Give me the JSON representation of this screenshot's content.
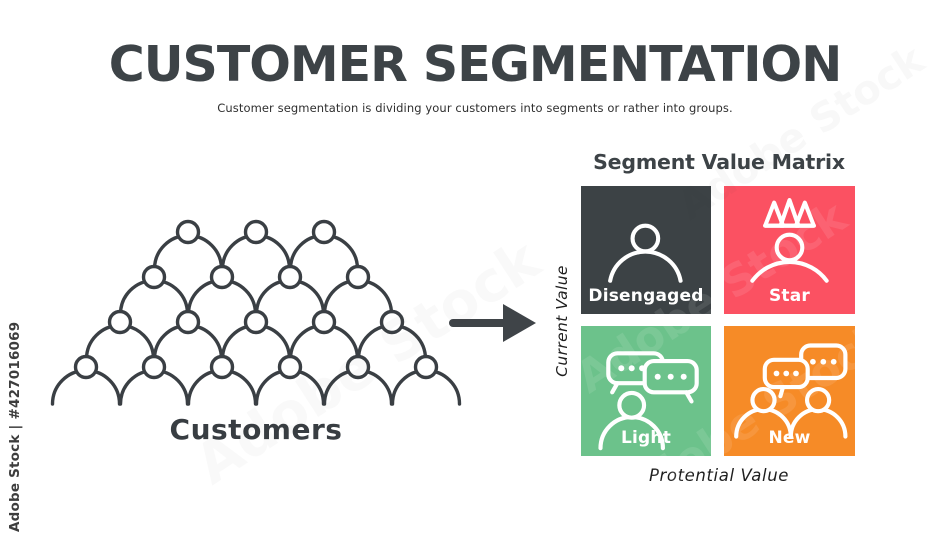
{
  "header": {
    "title": "CUSTOMER SEGMENTATION",
    "subtitle": "Customer segmentation is dividing your customers into segments or rather into groups."
  },
  "customers": {
    "label": "Customers",
    "pyramid_rows": [
      3,
      4,
      5,
      6
    ],
    "outline_color": "#3a3f44"
  },
  "arrow": {
    "color": "#3f4448"
  },
  "matrix": {
    "title": "Segment Value Matrix",
    "y_axis_label": "Current Value",
    "x_axis_label": "Protential Value",
    "label_color": "#ffffff",
    "cells": [
      {
        "label": "Disengaged",
        "color": "#3c4245",
        "icon": "person",
        "position": "top-left"
      },
      {
        "label": "Star",
        "color": "#fb5162",
        "icon": "crowned-person",
        "position": "top-right"
      },
      {
        "label": "Light",
        "color": "#6cc28b",
        "icon": "person-chat",
        "position": "bottom-left"
      },
      {
        "label": "New",
        "color": "#f68b27",
        "icon": "group-chat",
        "position": "bottom-right"
      }
    ]
  },
  "watermark": {
    "attribution": "Adobe Stock | #427016069",
    "ghost_text": "Adobe Stock"
  }
}
